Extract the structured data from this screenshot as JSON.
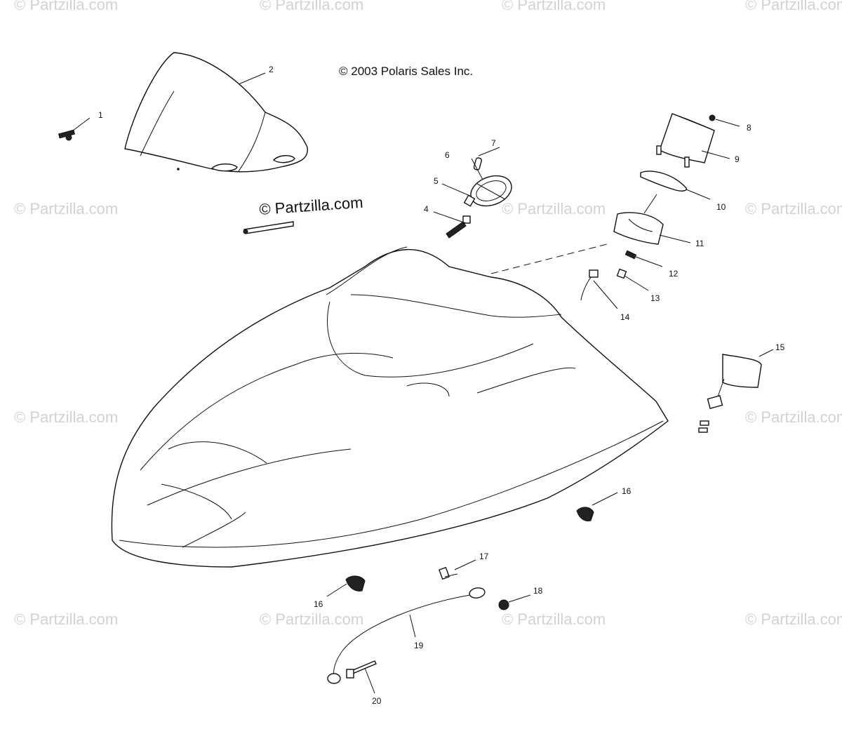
{
  "copyright": "© 2003 Polaris Sales Inc.",
  "watermark_text": "© Partzilla.com",
  "watermark_dark_text": "© Partzilla.com",
  "callouts": {
    "c1": "1",
    "c2": "2",
    "c4": "4",
    "c5": "5",
    "c6": "6",
    "c7": "7",
    "c8": "8",
    "c9": "9",
    "c10": "10",
    "c11": "11",
    "c12": "12",
    "c13": "13",
    "c14": "14",
    "c15": "15",
    "c16a": "16",
    "c16b": "16",
    "c17": "17",
    "c18": "18",
    "c19": "19",
    "c20": "20"
  }
}
